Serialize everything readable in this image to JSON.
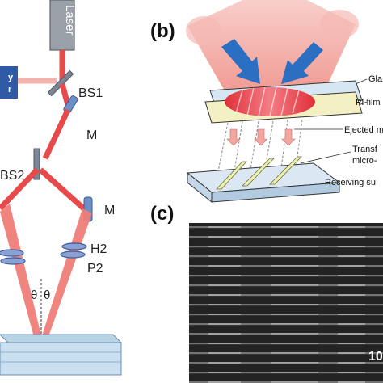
{
  "left_panel": {
    "laser_label": "Laser",
    "cut_box_label_top": "y",
    "cut_box_label_bottom": "r",
    "bs1_label": "BS1",
    "bs2_label": "BS2",
    "mirror_top_label": "M",
    "mirror_right_label": "M",
    "h2_label": "H2",
    "p2_label": "P2",
    "theta_left": "θ",
    "theta_right": "θ"
  },
  "panel_b": {
    "label": "(b)",
    "glass_label": "Gla",
    "pi_film_label": "PI film",
    "ejected_label": "Ejected m",
    "transfer_label_1": "Transf",
    "transfer_label_2": "micro-",
    "receiving_label": "Receiving su"
  },
  "panel_c": {
    "label": "(c)",
    "scale_text": "10"
  },
  "colors": {
    "beam": "#e8514f",
    "beam_light": "#f2a7a0",
    "arrow_blue": "#2a6fc1",
    "mirror_blue": "#6d8fc8",
    "pi_film": "#f0f0c8",
    "glass": "#c9dbe9",
    "sem_background": "#2a2a2a"
  }
}
